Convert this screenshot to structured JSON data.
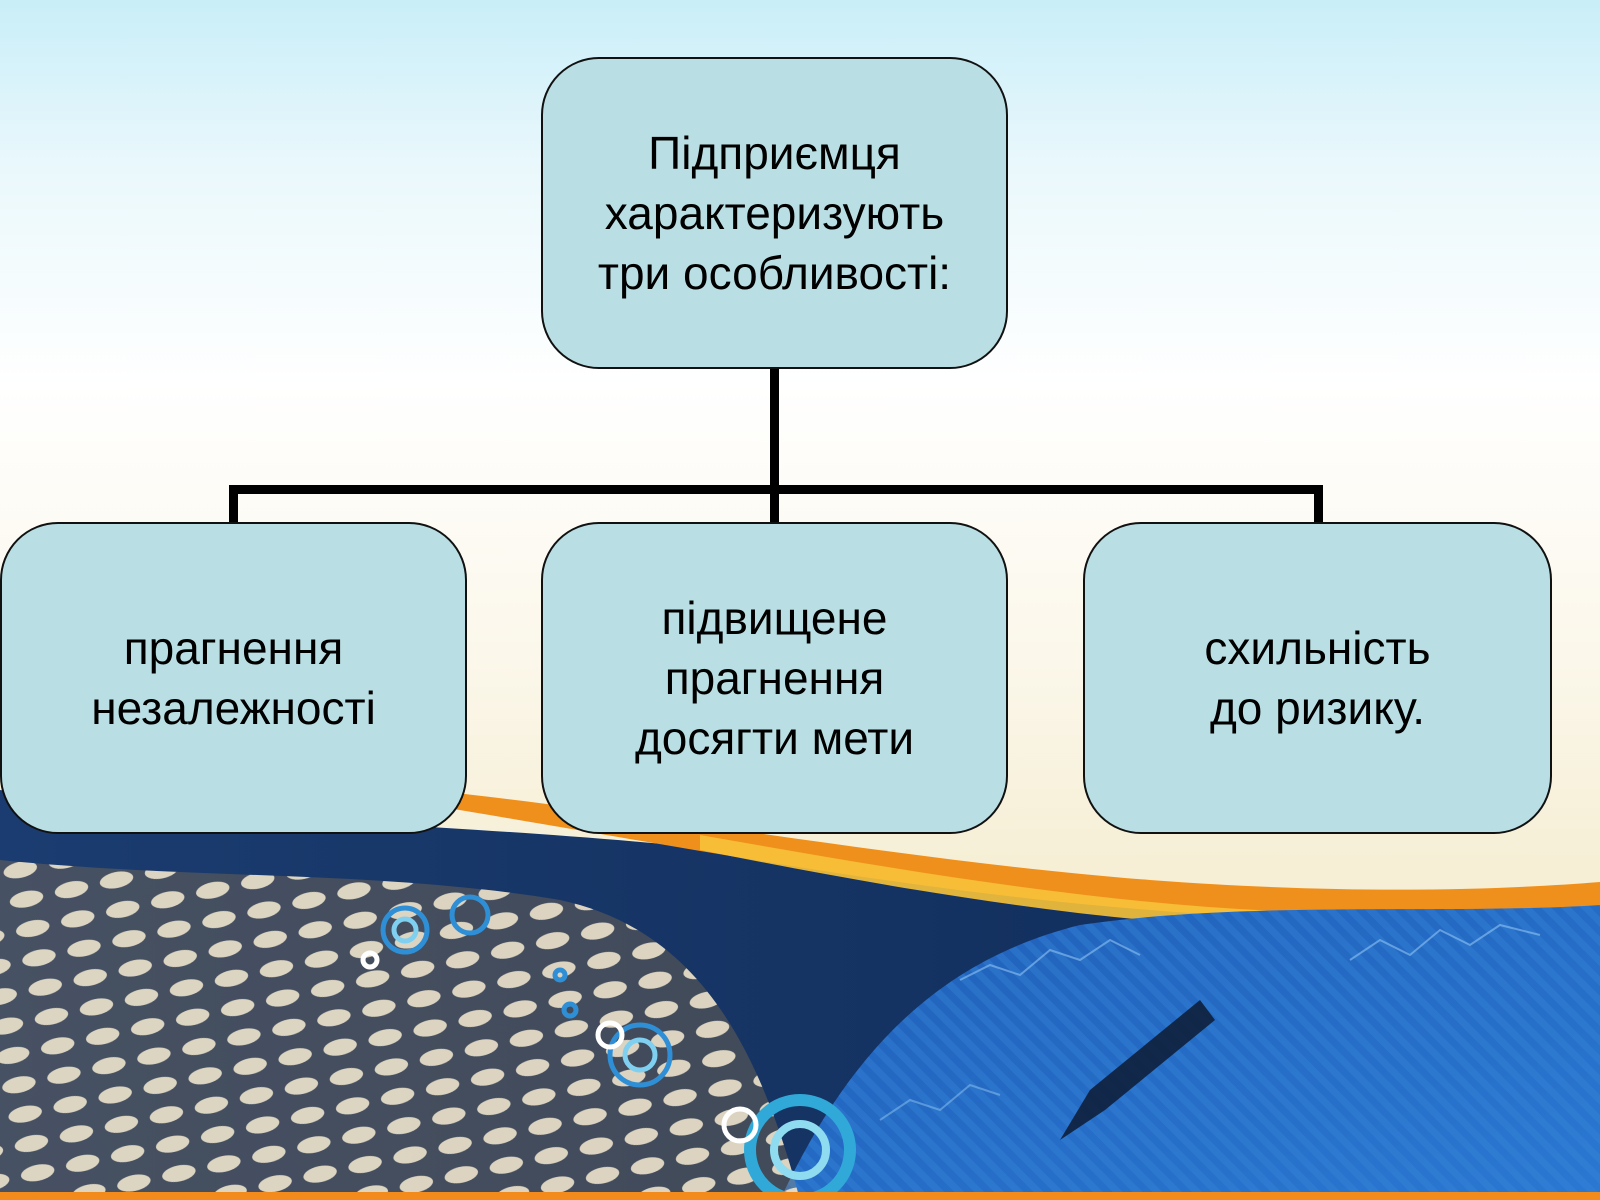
{
  "diagram": {
    "root": {
      "label": "Підприємця\nхарактеризують\nтри особливості:"
    },
    "children": [
      {
        "label": "прагнення\nнезалежності"
      },
      {
        "label": "підвищене\nпрагнення\nдосягти мети"
      },
      {
        "label": "схильність\nдо ризику."
      }
    ]
  },
  "colors": {
    "box_fill": "#b9dfe4",
    "connector": "#000000",
    "wave_navy": "#12305f",
    "wave_orange": "#f0901c",
    "wave_blue": "#2467c2"
  }
}
